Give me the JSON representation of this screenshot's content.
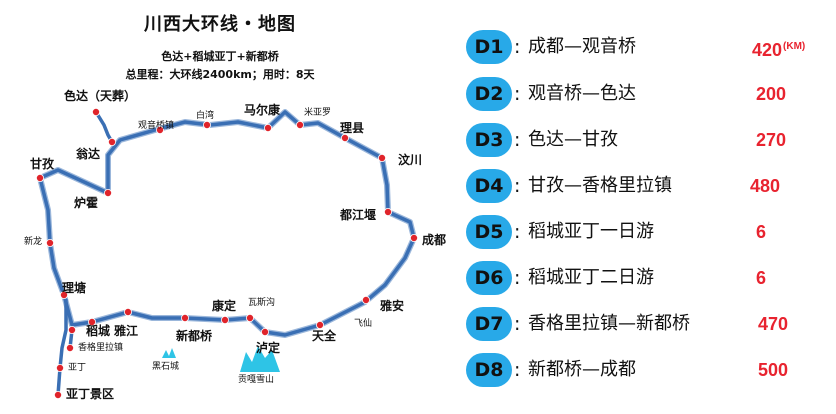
{
  "map": {
    "title": "川西大环线・地图",
    "subtitle_line1": "色达+稻城亚丁+新都桥",
    "subtitle_line2": "总里程：大环线2400km；用时：8天",
    "colors": {
      "route": "#3a6fb4",
      "route_outline": "#9bb7db",
      "city_dot": "#e0242b",
      "mountain": "#2ec4e6"
    },
    "places": {
      "seda": "色达（天葬）",
      "wengda": "翁达",
      "ganzi": "甘孜",
      "luhuo": "炉霍",
      "xinlong": "新龙",
      "litang": "理塘",
      "daocheng": "稻城",
      "xianggelila": "香格里拉镇",
      "yading": "亚丁",
      "yading_scenic": "亚丁景区",
      "yajiang": "雅江",
      "heishicheng": "黑石城",
      "xinduqiao": "新都桥",
      "kangding": "康定",
      "wasigou": "瓦斯沟",
      "luding": "泸定",
      "gonggashan": "贡嘎雪山",
      "tianquan": "天全",
      "feixian": "飞仙",
      "yaan": "雅安",
      "chengdu": "成都",
      "dujiangyan": "都江堰",
      "wenchuan": "汶川",
      "lixian": "理县",
      "miyaluo": "米亚罗",
      "maerkang": "马尔康",
      "baiwan": "白湾",
      "guanyinqiao": "观音桥镇"
    }
  },
  "itinerary": [
    {
      "day": "D1",
      "route": "成都—观音桥",
      "km": "420",
      "unit": "(KM)"
    },
    {
      "day": "D2",
      "route": "观音桥—色达",
      "km": "200",
      "unit": ""
    },
    {
      "day": "D3",
      "route": "色达—甘孜",
      "km": "270",
      "unit": ""
    },
    {
      "day": "D4",
      "route": "甘孜—香格里拉镇",
      "km": "480",
      "unit": ""
    },
    {
      "day": "D5",
      "route": "稻城亚丁一日游",
      "km": "6",
      "unit": ""
    },
    {
      "day": "D6",
      "route": "稻城亚丁二日游",
      "km": "6",
      "unit": ""
    },
    {
      "day": "D7",
      "route": "香格里拉镇—新都桥",
      "km": "470",
      "unit": ""
    },
    {
      "day": "D8",
      "route": "新都桥—成都",
      "km": "500",
      "unit": ""
    }
  ]
}
